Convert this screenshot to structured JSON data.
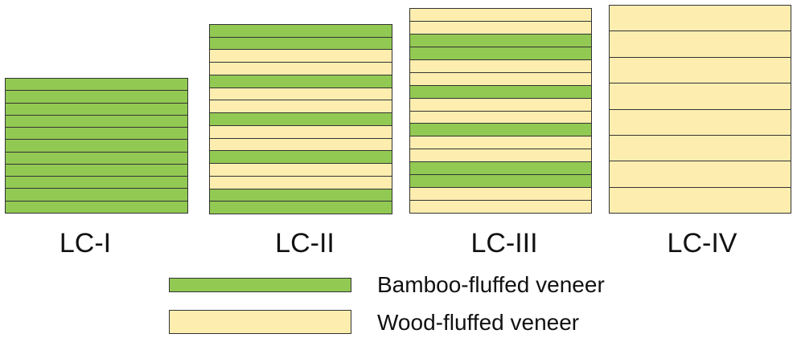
{
  "colors": {
    "bamboo": "#92c953",
    "wood": "#fdeeb0",
    "border": "#333333"
  },
  "panels": [
    {
      "label": "LC-I",
      "layers": [
        "bamboo",
        "bamboo",
        "bamboo",
        "bamboo",
        "bamboo",
        "bamboo",
        "bamboo",
        "bamboo",
        "bamboo",
        "bamboo",
        "bamboo"
      ]
    },
    {
      "label": "LC-II",
      "layers": [
        "bamboo",
        "bamboo",
        "wood",
        "wood",
        "bamboo",
        "wood",
        "wood",
        "bamboo",
        "wood",
        "wood",
        "bamboo",
        "wood",
        "wood",
        "bamboo",
        "bamboo"
      ]
    },
    {
      "label": "LC-III",
      "layers": [
        "wood",
        "wood",
        "bamboo",
        "bamboo",
        "wood",
        "wood",
        "bamboo",
        "wood",
        "wood",
        "bamboo",
        "wood",
        "wood",
        "bamboo",
        "bamboo",
        "wood",
        "wood"
      ]
    },
    {
      "label": "LC-IV",
      "layers": [
        "wood",
        "wood",
        "wood",
        "wood",
        "wood",
        "wood",
        "wood",
        "wood"
      ]
    }
  ],
  "legend": [
    {
      "kind": "bamboo",
      "label": "Bamboo-fluffed veneer"
    },
    {
      "kind": "wood",
      "label": "Wood-fluffed veneer"
    }
  ]
}
